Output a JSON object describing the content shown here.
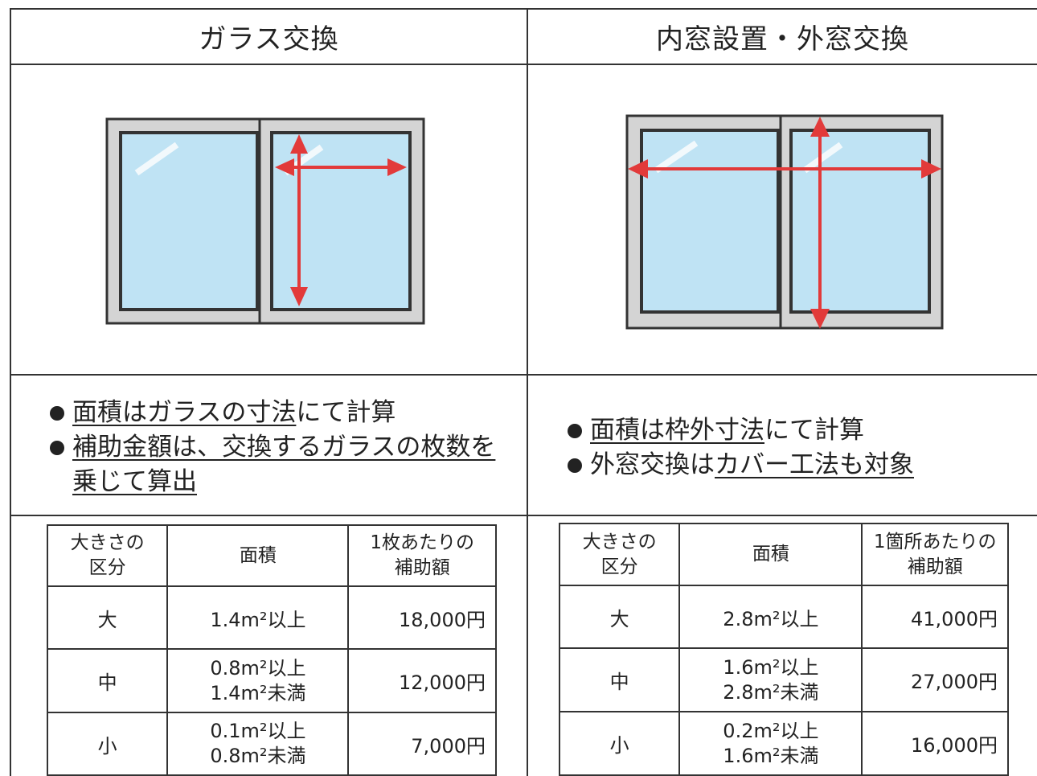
{
  "left": {
    "title": "ガラス交換",
    "bullets": [
      {
        "parts": [
          {
            "t": "面積はガラスの寸法",
            "u": true
          },
          {
            "t": "にて計算",
            "u": false
          }
        ]
      },
      {
        "parts": [
          {
            "t": "補助金額は、交換するガラスの枚数を乗じて算出",
            "u": true
          }
        ]
      }
    ],
    "table": {
      "headers": [
        "大きさの\n区分",
        "面積",
        "1枚あたりの\n補助額"
      ],
      "rows": [
        {
          "size": "大",
          "area": [
            "1.4m²以上"
          ],
          "amount": "18,000円"
        },
        {
          "size": "中",
          "area": [
            "0.8m²以上",
            "1.4m²未満"
          ],
          "amount": "12,000円"
        },
        {
          "size": "小",
          "area": [
            "0.1m²以上",
            "0.8m²未満"
          ],
          "amount": "7,000円"
        }
      ]
    }
  },
  "right": {
    "title": "内窓設置・外窓交換",
    "bullets": [
      {
        "parts": [
          {
            "t": "面積は枠外寸法",
            "u": true
          },
          {
            "t": "にて計算",
            "u": false
          }
        ]
      },
      {
        "parts": [
          {
            "t": "外窓交換は",
            "u": false
          },
          {
            "t": "カバー工法も対象",
            "u": true
          }
        ]
      }
    ],
    "table": {
      "headers": [
        "大きさの\n区分",
        "面積",
        "1箇所あたりの\n補助額"
      ],
      "rows": [
        {
          "size": "大",
          "area": [
            "2.8m²以上"
          ],
          "amount": "41,000円"
        },
        {
          "size": "中",
          "area": [
            "1.6m²以上",
            "2.8m²未満"
          ],
          "amount": "27,000円"
        },
        {
          "size": "小",
          "area": [
            "0.2m²以上",
            "1.6m²未満"
          ],
          "amount": "16,000円"
        }
      ]
    }
  },
  "colors": {
    "glass": "#bfe3f4",
    "frame": "#d4d4d4",
    "arrow": "#e23a3a",
    "line": "#333333"
  }
}
